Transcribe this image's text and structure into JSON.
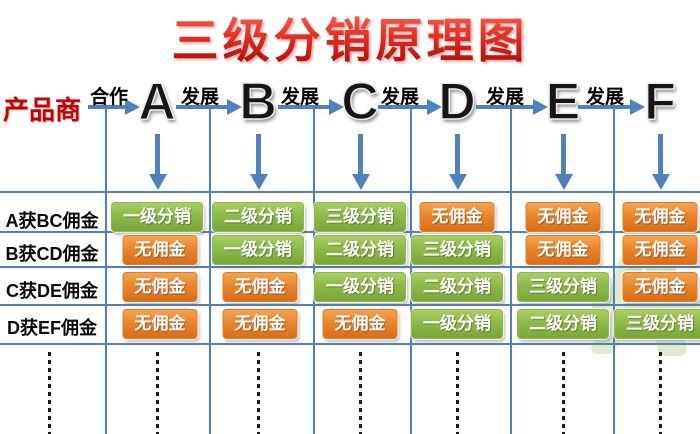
{
  "title": "三级分销原理图",
  "chain": {
    "producer_label": "产品商",
    "links": [
      {
        "label": "合作",
        "node": "A"
      },
      {
        "label": "发展",
        "node": "B"
      },
      {
        "label": "发展",
        "node": "C"
      },
      {
        "label": "发展",
        "node": "D"
      },
      {
        "label": "发展",
        "node": "E"
      },
      {
        "label": "发展",
        "node": "F"
      }
    ]
  },
  "matrix": {
    "rows": [
      {
        "label": "A获BC佣金",
        "cells": [
          {
            "text": "一级分销",
            "type": "green"
          },
          {
            "text": "二级分销",
            "type": "green"
          },
          {
            "text": "三级分销",
            "type": "green"
          },
          {
            "text": "无佣金",
            "type": "orange"
          },
          {
            "text": "无佣金",
            "type": "orange"
          },
          {
            "text": "无佣金",
            "type": "orange"
          }
        ]
      },
      {
        "label": "B获CD佣金",
        "cells": [
          {
            "text": "无佣金",
            "type": "orange"
          },
          {
            "text": "一级分销",
            "type": "green"
          },
          {
            "text": "二级分销",
            "type": "green"
          },
          {
            "text": "三级分销",
            "type": "green"
          },
          {
            "text": "无佣金",
            "type": "orange"
          },
          {
            "text": "无佣金",
            "type": "orange"
          }
        ]
      },
      {
        "label": "C获DE佣金",
        "cells": [
          {
            "text": "无佣金",
            "type": "orange"
          },
          {
            "text": "无佣金",
            "type": "orange"
          },
          {
            "text": "一级分销",
            "type": "green"
          },
          {
            "text": "二级分销",
            "type": "green"
          },
          {
            "text": "三级分销",
            "type": "green"
          },
          {
            "text": "无佣金",
            "type": "orange"
          }
        ]
      },
      {
        "label": "D获EF佣金",
        "cells": [
          {
            "text": "无佣金",
            "type": "orange"
          },
          {
            "text": "无佣金",
            "type": "orange"
          },
          {
            "text": "无佣金",
            "type": "orange"
          },
          {
            "text": "一级分销",
            "type": "green"
          },
          {
            "text": "二级分销",
            "type": "green"
          },
          {
            "text": "三级分销",
            "type": "green"
          }
        ]
      }
    ]
  },
  "colors": {
    "line_blue": "#4F81BD",
    "green_button": "#8CBB4A",
    "orange_button": "#E8832C",
    "title_red": "#D42A1E",
    "producer_red": "#C90000"
  }
}
